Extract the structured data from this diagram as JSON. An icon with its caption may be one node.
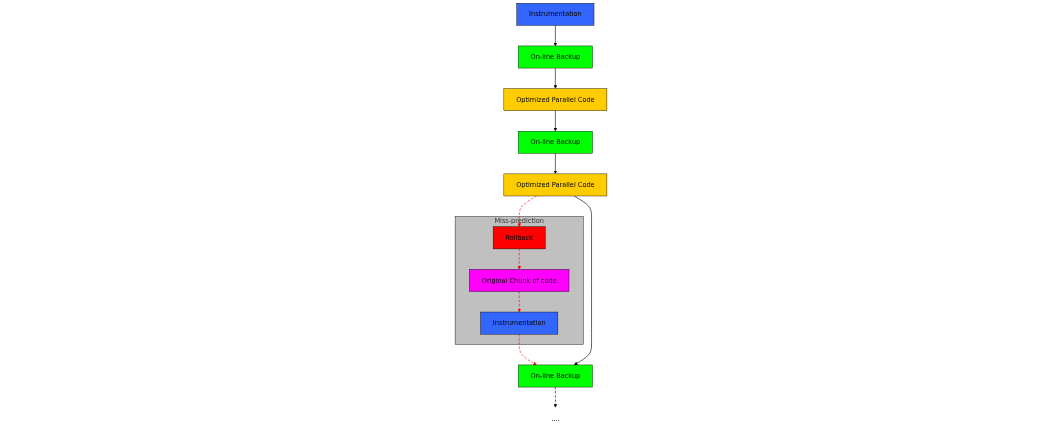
{
  "diagram": {
    "nodes": [
      {
        "text": [
          "Instrumentation"
        ]
      },
      {
        "text": [
          "On-line Backup"
        ]
      },
      {
        "text": [
          "Optimized Parallel Code"
        ]
      },
      {
        "text": [
          "On-line Backup"
        ]
      },
      {
        "text": [
          "Optimized Parallel Code"
        ]
      },
      {
        "text": [
          "Miss-prediction"
        ]
      },
      {
        "text": [
          "Rollback"
        ],
        "in": 5
      },
      {
        "text": [
          "Original Chunk of code"
        ],
        "in": 5
      },
      {
        "text": [
          "Instrumentation"
        ],
        "in": 5
      },
      {
        "text": [
          "On-line Backup"
        ]
      },
      {
        "text": [
          "...."
        ]
      }
    ],
    "edges": [
      {
        "from": 0,
        "to": 1,
        "arrow": "to"
      },
      {
        "from": 1,
        "to": 2,
        "arrow": "to"
      },
      {
        "from": 2,
        "to": 3,
        "arrow": "to"
      },
      {
        "from": 3,
        "to": 4,
        "arrow": "to"
      },
      {
        "from": 4,
        "to": 6,
        "arrow": "to",
        "style": "dashed",
        "color": "#ff0000"
      },
      {
        "from": 6,
        "to": 7,
        "arrow": "to",
        "style": "dashed",
        "color": "#ff0000"
      },
      {
        "from": 7,
        "to": 8,
        "arrow": "to",
        "style": "dashed",
        "color": "#ff0000"
      },
      {
        "from": 8,
        "to": 9,
        "arrow": "to",
        "style": "dashed",
        "color": "#ff0000"
      },
      {
        "from": 4,
        "to": 9,
        "arrow": "to"
      },
      {
        "from": 9,
        "to": 10,
        "arrow": "to",
        "style": "dashed"
      }
    ]
  }
}
